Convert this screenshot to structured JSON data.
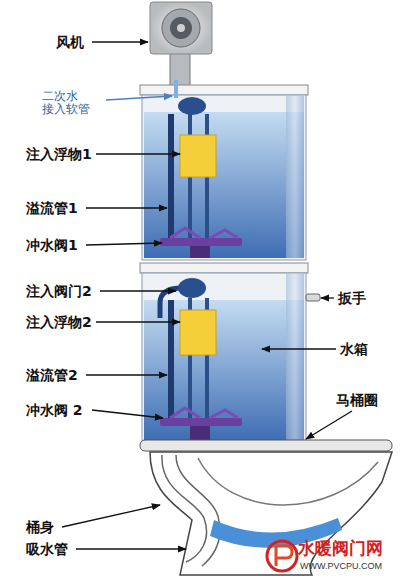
{
  "diagram": {
    "labels": [
      "风机",
      "二次水 接入软管",
      "注入浮物1",
      "溢流管1",
      "冲水阀1",
      "注入阀门2",
      "扳手",
      "注入浮物2",
      "水箱",
      "溢流管2",
      "马桶圈",
      "冲水阀 2",
      "桶身",
      "吸水管",
      "水暖阀门网",
      "WWW.PVCPU.COM"
    ]
  }
}
